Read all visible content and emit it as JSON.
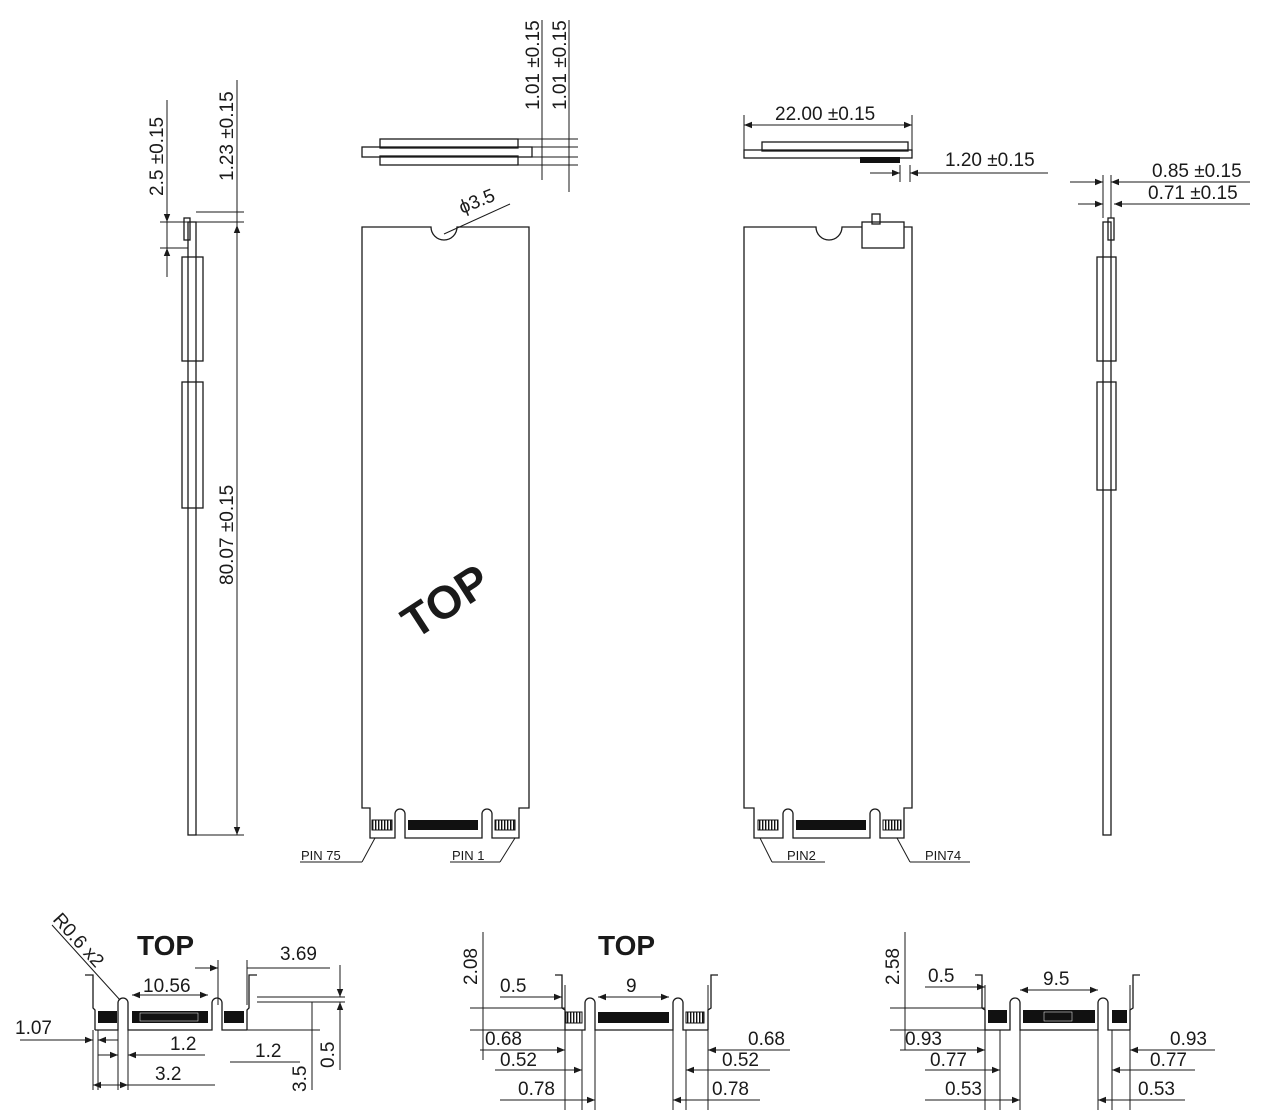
{
  "labels": {
    "top_main": "TOP",
    "top_detail_a": "TOP",
    "top_detail_b": "TOP"
  },
  "pins": {
    "pin75": "PIN 75",
    "pin1": "PIN 1",
    "pin2": "PIN2",
    "pin74": "PIN74"
  },
  "dims": {
    "thk_2_5": "2.5 ±0.15",
    "thk_1_23": "1.23 ±0.15",
    "length": "80.07 ±0.15",
    "top_1_01_a": "1.01 ±0.15",
    "top_1_01_b": "1.01 ±0.15",
    "hole": "ϕ3.5",
    "width": "22.00 ±0.15",
    "comp_1_20": "1.20 ±0.15",
    "right_0_85": "0.85 ±0.15",
    "right_0_71": "0.71 ±0.15"
  },
  "detail_a": {
    "radius": "R0.6 x2",
    "d_3_69": "3.69",
    "d_10_56": "10.56",
    "d_1_07": "1.07",
    "d_1_2_a": "1.2",
    "d_1_2_b": "1.2",
    "d_3_2": "3.2",
    "d_0_5": "0.5",
    "d_3_5": "3.5"
  },
  "detail_b": {
    "d_2_08": "2.08",
    "d_0_5": "0.5",
    "d_9": "9",
    "d_0_68_l": "0.68",
    "d_0_68_r": "0.68",
    "d_0_52_l": "0.52",
    "d_0_52_r": "0.52",
    "d_0_78_l": "0.78",
    "d_0_78_r": "0.78"
  },
  "detail_c": {
    "d_2_58": "2.58",
    "d_0_5": "0.5",
    "d_9_5": "9.5",
    "d_0_93_l": "0.93",
    "d_0_93_r": "0.93",
    "d_0_77_l": "0.77",
    "d_0_77_r": "0.77",
    "d_0_53_l": "0.53",
    "d_0_53_r": "0.53"
  }
}
